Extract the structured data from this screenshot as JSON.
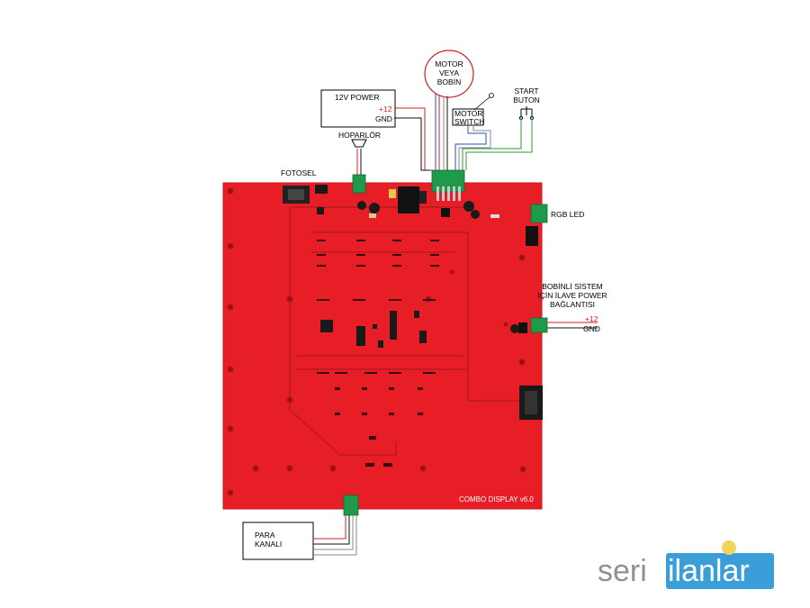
{
  "labels": {
    "motor_veya_bobin": [
      "MOTOR",
      "VEYA",
      "BOBİN"
    ],
    "start_buton": [
      "START",
      "BUTON"
    ],
    "power_12v": "12V POWER",
    "plus12": "+12",
    "gnd": "GND",
    "motor_switch": [
      "MOTOR",
      "SWITCH"
    ],
    "hoparlor": "HOPARLÖR",
    "fotosel": "FOTOSEL",
    "rgb_led": "RGB LED",
    "bobinli_sistem": [
      "BOBİNLİ SİSTEM",
      "İÇİN İLAVE POWER",
      "BAĞLANTISI"
    ],
    "extra_plus12": "+12",
    "extra_gnd": "GND",
    "para_kanali": [
      "PARA",
      "KANALI"
    ],
    "board_name": "COMBO DISPLAY v6.0"
  },
  "watermark": {
    "part1": "seri",
    "part2": "ilanlar"
  },
  "colors": {
    "pcb": "#e81e26",
    "pcb_edge": "#c8151d",
    "terminal": "#1f9a4a",
    "wire_red": "#d22020",
    "wire_black": "#111111",
    "wire_blue": "#2b4ac9",
    "wire_green": "#2a9a3a",
    "wire_grey": "#8a8a8a",
    "watermark_blue": "#3a9fd9"
  }
}
